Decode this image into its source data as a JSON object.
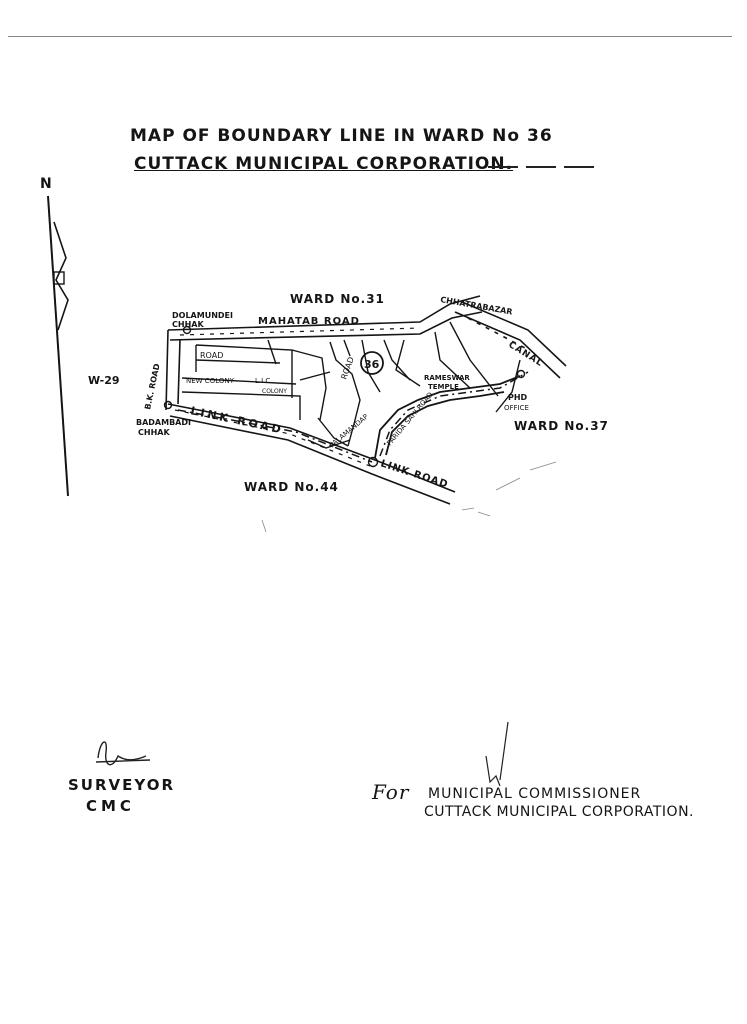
{
  "title": {
    "line1": "MAP OF BOUNDARY LINE IN WARD No 36",
    "line2": "CUTTACK MUNICIPAL CORPORATION."
  },
  "north_arrow": {
    "label": "N"
  },
  "ward_number": "36",
  "map_labels": {
    "ward_31": "WARD No.31",
    "ward_37": "WARD No.37",
    "ward_44": "WARD No.44",
    "ward_29": "W-29",
    "dolamundei_1": "DOLAMUNDEI",
    "dolamundei_2": "CHHAK",
    "mahatab_road": "MAHATAB ROAD",
    "chhatrabazar": "CHHATRABAZAR",
    "canal": "CANAL",
    "bk_road": "B.K. ROAD",
    "road_top": "ROAD",
    "road_vertical": "ROAD",
    "new_colony": "NEW COLONY",
    "lic_colony_1": "L.I.C",
    "lic_colony_2": "COLONY",
    "rameswar_1": "RAMESWAR",
    "rameswar_2": "TEMPLE",
    "phd_1": "PHD",
    "phd_2": "OFFICE",
    "badambadi_1": "BADAMBADI",
    "badambadi_2": "CHHAK",
    "link_road_west": "LINK ROAD",
    "link_road_east": "LINK ROAD",
    "palamandap": "PALAMANDAP",
    "parida_sahi": "PARIDA SAHI ROAD"
  },
  "signatures": {
    "surveyor": "SURVEYOR",
    "surveyor_org": "CMC",
    "for": "For",
    "commissioner": "MUNICIPAL COMMISSIONER",
    "corporation": "CUTTACK MUNICIPAL CORPORATION."
  }
}
